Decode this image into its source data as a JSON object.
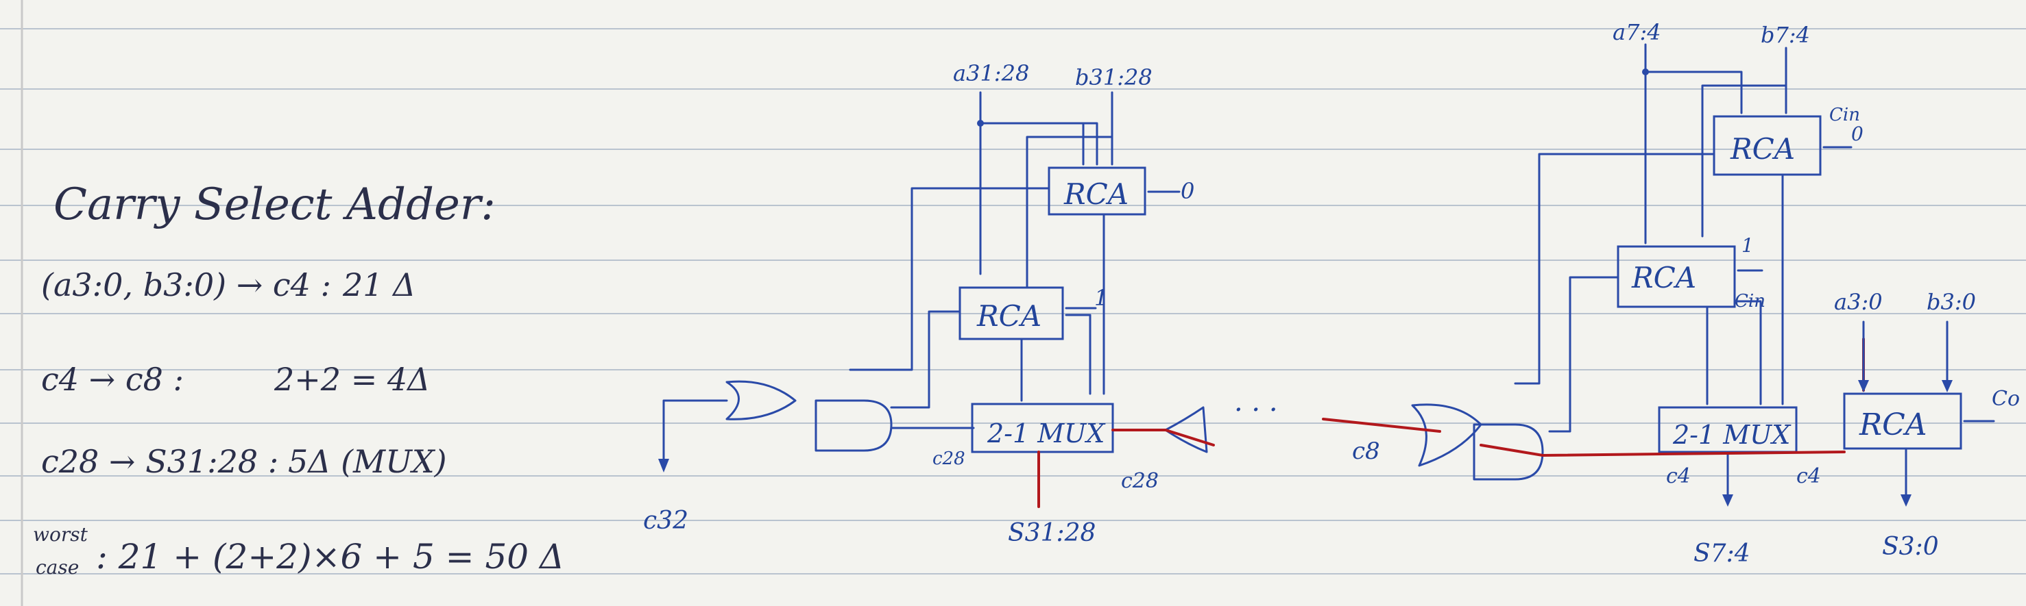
{
  "notes": {
    "title": "Carry Select Adder:",
    "line1_lhs": "(a3:0, b3:0) → c4 :",
    "line1_val": "21 Δ",
    "line2_lhs": "c4 → c8 :",
    "line2_val": "2+2 = 4Δ",
    "line3_lhs": "c28 → S31:28 :",
    "line3_val": "5Δ (MUX)",
    "worst_label_1": "worst",
    "worst_label_2": "case",
    "worst_expr": ": 21 + (2+2)×6 + 5 = 50 Δ"
  },
  "left_block": {
    "input_a": "a31:28",
    "input_b": "b31:28",
    "rca_top": "RCA",
    "rca_top_cin": "0",
    "rca_bottom": "RCA",
    "rca_bottom_cin": "1",
    "mux": "2-1 MUX",
    "mux_select_label": "c28",
    "carry_in_label": "c28",
    "sum_out": "S31:28",
    "carry_out": "c32"
  },
  "ellipsis": "· · ·",
  "right_block": {
    "input_a": "a7:4",
    "input_b": "b7:4",
    "rca_top": "RCA",
    "rca_top_cin_label": "Cin",
    "rca_top_cin": "0",
    "rca_bottom": "RCA",
    "rca_bottom_cin": "1",
    "rca_bottom_cin_label": "Cin",
    "mux": "2-1 MUX",
    "mux_select_label": "c4",
    "sum_out": "S7:4",
    "carry_out": "c8"
  },
  "first_block": {
    "input_a": "a3:0",
    "input_b": "b3:0",
    "rca": "RCA",
    "carry_in": "Co",
    "carry_out": "c4",
    "sum_out": "S3:0"
  },
  "colors": {
    "ink": "#2a4aa8",
    "critical_path": "#b2181c",
    "paper": "#f3f3ef"
  }
}
